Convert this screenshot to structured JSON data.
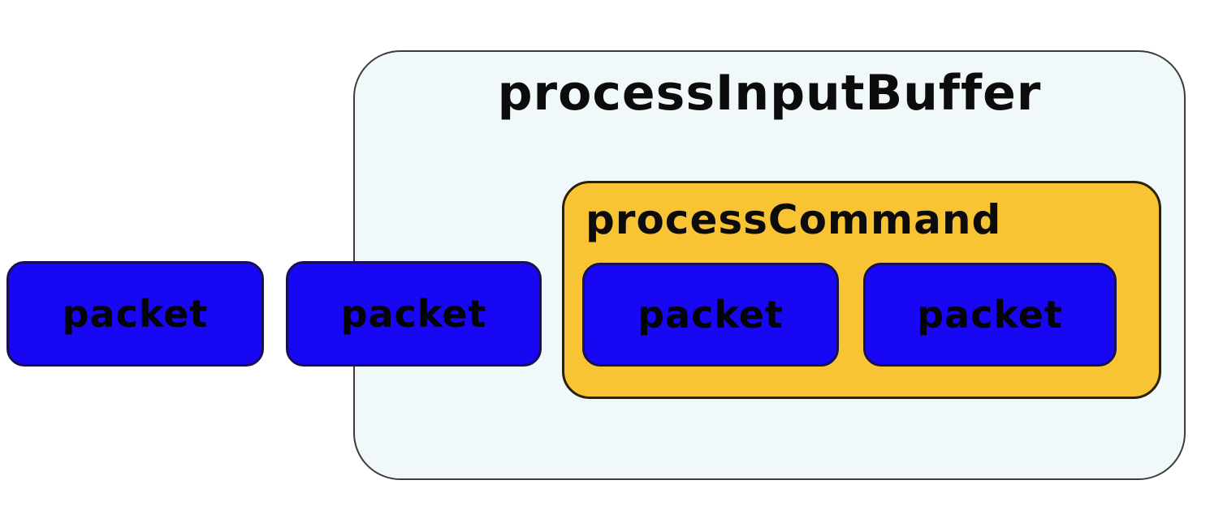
{
  "diagram": {
    "background_color": "#ffffff",
    "outer_container": {
      "label": "processInputBuffer",
      "fill_color": "#f1f8fa",
      "border_color": "#3c3c3c",
      "text_color": "#0c0c0c"
    },
    "inner_container": {
      "label": "processCommand",
      "fill_color": "#f8c433",
      "border_color": "#2a2108",
      "text_color": "#0c0c0c"
    },
    "packet_style": {
      "fill_color": "#1707f2",
      "border_color": "#181050",
      "text_color": "#050505"
    },
    "queue_packets": [
      {
        "label": "packet"
      },
      {
        "label": "packet"
      }
    ],
    "command_packets": [
      {
        "label": "packet"
      },
      {
        "label": "packet"
      }
    ]
  }
}
